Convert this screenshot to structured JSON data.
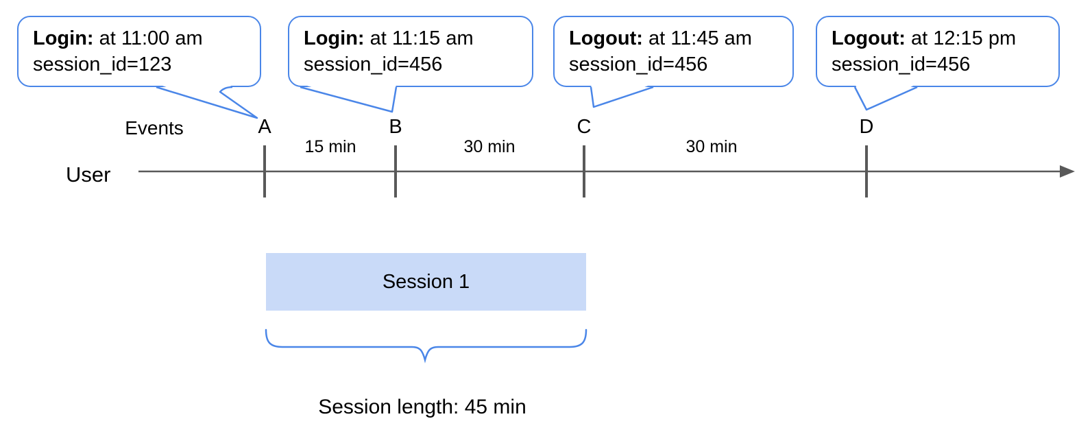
{
  "figure": {
    "title": "User login/logout sessionization timeline",
    "background": "#ffffff",
    "accent_blue": "#4a86e8",
    "line_gray": "#595959",
    "session_fill": "#c9daf8",
    "text_color": "#000000"
  },
  "callouts": [
    {
      "event": "Login:",
      "time": " at 11:00 am",
      "session": "session_id=123",
      "points_to": "A"
    },
    {
      "event": "Login:",
      "time": " at 11:15 am",
      "session": "session_id=456",
      "points_to": "B"
    },
    {
      "event": "Logout:",
      "time": " at 11:45 am",
      "session": "session_id=456",
      "points_to": "C"
    },
    {
      "event": "Logout:",
      "time": " at 12:15 pm",
      "session": "session_id=456",
      "points_to": "D"
    }
  ],
  "timeline": {
    "events_label": "Events",
    "user_label": "User",
    "points": [
      "A",
      "B",
      "C",
      "D"
    ],
    "intervals": [
      {
        "label": "15 min",
        "between": "A-B"
      },
      {
        "label": "30 min",
        "between": "B-C"
      },
      {
        "label": "30 min",
        "between": "C-D"
      }
    ]
  },
  "session": {
    "box_label": "Session 1",
    "spans": "A-C",
    "length_label": "Session length: 45 min"
  }
}
